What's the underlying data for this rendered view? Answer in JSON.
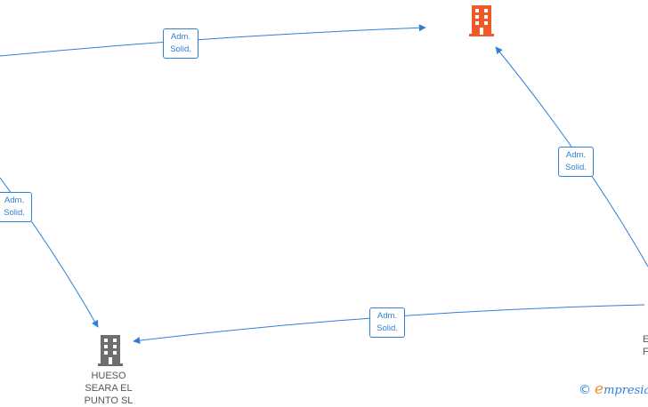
{
  "edges": [
    {
      "label_line1": "Adm.",
      "label_line2": "Solid."
    },
    {
      "label_line1": "Adm.",
      "label_line2": "Solid."
    },
    {
      "label_line1": "Adm.",
      "label_line2": "Solid."
    },
    {
      "label_line1": "Adm.",
      "label_line2": "Solid."
    }
  ],
  "nodes": {
    "bottom_left": {
      "line1": "HUESO",
      "line2": "SEARA EL",
      "line3": "PUNTO SL"
    },
    "right": {
      "line1": "E",
      "line2": "F"
    }
  },
  "watermark": {
    "copyright": "©",
    "brand_initial": "e",
    "brand_rest": "mpresia"
  },
  "colors": {
    "edge": "#2f7fd6",
    "main_node": "#f05a28",
    "company_node": "#6e6e6e"
  }
}
